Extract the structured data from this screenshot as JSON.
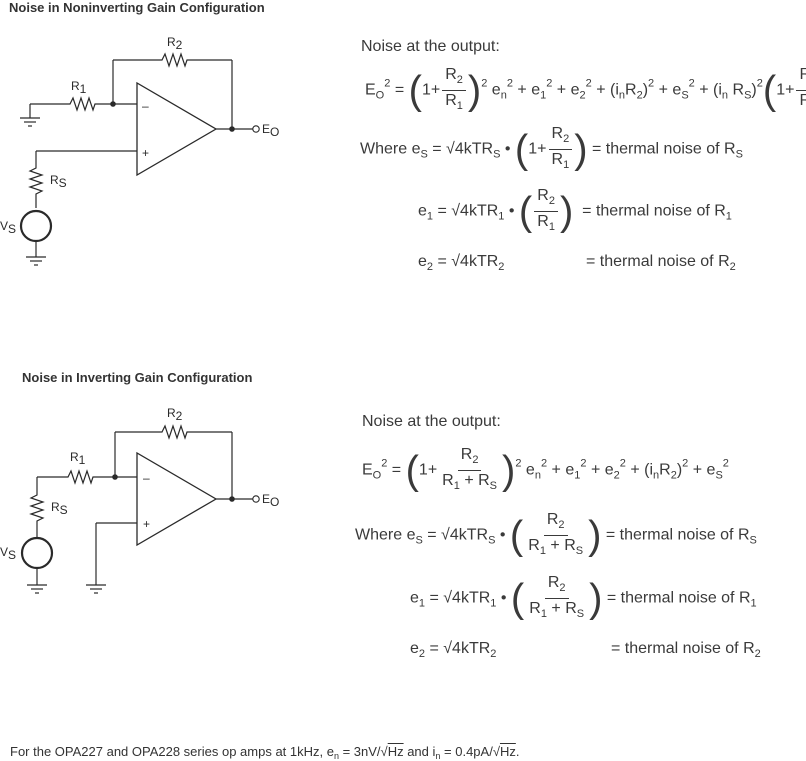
{
  "top": {
    "title": "Noise in Noninverting Gain Configuration",
    "labels": {
      "r1": "R",
      "r1_sub": "1",
      "r2": "R",
      "r2_sub": "2",
      "rs": "R",
      "rs_sub": "S",
      "vs": "V",
      "vs_sub": "S",
      "eo": "E",
      "eo_sub": "O",
      "minus": "–",
      "plus": "+"
    },
    "noise_heading": "Noise at the output:",
    "where": "Where e",
    "thermal_rs": "= thermal noise of R",
    "thermal_r1": "= thermal noise of R",
    "thermal_r2": "= thermal noise of R"
  },
  "bottom": {
    "title": "Noise in Inverting Gain Configuration",
    "labels": {
      "r1": "R",
      "r1_sub": "1",
      "r2": "R",
      "r2_sub": "2",
      "rs": "R",
      "rs_sub": "S",
      "vs": "V",
      "vs_sub": "S",
      "eo": "E",
      "eo_sub": "O",
      "minus": "–",
      "plus": "+"
    },
    "noise_heading": "Noise at the output:",
    "where": "Where e",
    "thermal_rs": "= thermal noise of R",
    "thermal_r1": "= thermal noise of R",
    "thermal_r2": "= thermal noise of R"
  },
  "common": {
    "sqrt4kT": "√4kTR",
    "dot": "•",
    "one": "1",
    "plus": "+",
    "sub_S": "S",
    "sub_1": "1",
    "sub_2": "2",
    "sub_O": "O",
    "sub_n": "n",
    "e": "e",
    "E": "E",
    "R": "R",
    "i": "i",
    "sq": "2"
  },
  "footer": {
    "text_a": "For the OPA227 and OPA228 series op amps at 1kHz, e",
    "sub_n": "n",
    "text_b": " = 3nV/",
    "hz": "Hz",
    "text_c": " and i",
    "sub_n2": "n",
    "text_d": " = 0.4pA/",
    "text_e": "."
  }
}
